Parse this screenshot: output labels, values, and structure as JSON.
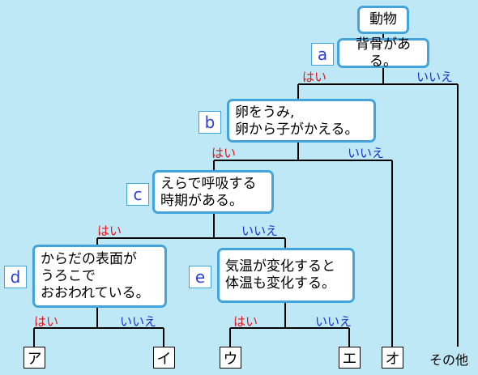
{
  "root": {
    "text": "動物"
  },
  "questions": [
    {
      "tag": "a",
      "lines": [
        "背骨がある。"
      ]
    },
    {
      "tag": "b",
      "lines": [
        "卵をうみ,",
        "卵から子がかえる。"
      ]
    },
    {
      "tag": "c",
      "lines": [
        "えらで呼吸する",
        "時期がある。"
      ]
    },
    {
      "tag": "d",
      "lines": [
        "からだの表面が",
        "うろこで",
        "おおわれている。"
      ]
    },
    {
      "tag": "e",
      "lines": [
        "気温が変化すると",
        "体温も変化する。"
      ]
    }
  ],
  "branch_labels": {
    "yes": "はい",
    "no": "いいえ"
  },
  "leaves": [
    "ア",
    "イ",
    "ウ",
    "エ",
    "オ"
  ],
  "other_leaf": "その他",
  "colors": {
    "background": "#bfe8f6",
    "box_border": "#43a4dc",
    "yes": "#e0141a",
    "no": "#1d2fc7",
    "tag_text": "#2a40d6"
  }
}
